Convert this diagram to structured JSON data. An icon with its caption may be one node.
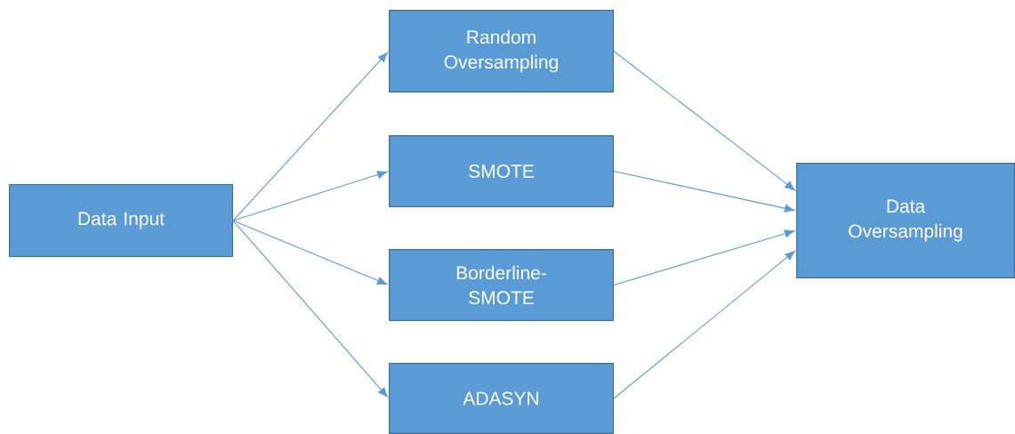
{
  "diagram": {
    "nodes": [
      {
        "text": [
          "Data Input"
        ]
      },
      {
        "text": [
          "Random Oversampling"
        ]
      },
      {
        "text": [
          "SMOTE"
        ]
      },
      {
        "text": [
          "Borderline-SMOTE"
        ]
      },
      {
        "text": [
          "ADASYN"
        ]
      },
      {
        "text": [
          "Data Oversampling"
        ]
      }
    ],
    "edges": [
      {
        "from": 0,
        "to": 1,
        "arrow": "to"
      },
      {
        "from": 0,
        "to": 2,
        "arrow": "to"
      },
      {
        "from": 0,
        "to": 3,
        "arrow": "to"
      },
      {
        "from": 0,
        "to": 4,
        "arrow": "to"
      },
      {
        "from": 1,
        "to": 5,
        "arrow": "to"
      },
      {
        "from": 2,
        "to": 5,
        "arrow": "to"
      },
      {
        "from": 3,
        "to": 5,
        "arrow": "to"
      },
      {
        "from": 4,
        "to": 5,
        "arrow": "to"
      }
    ]
  }
}
